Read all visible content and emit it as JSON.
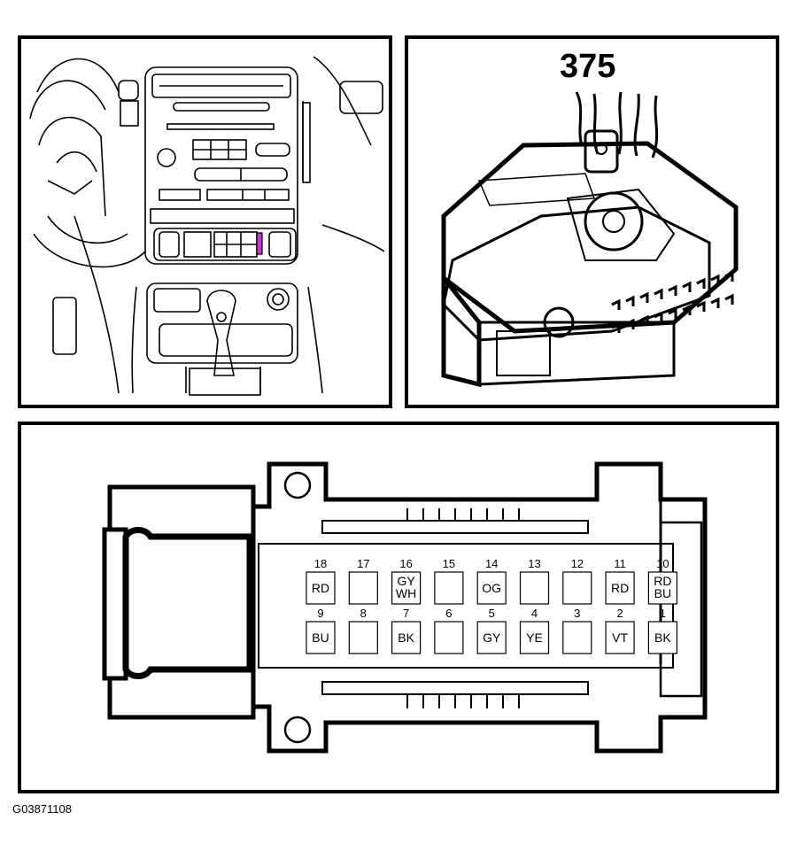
{
  "connector_label": "375",
  "figure_id": "G03871108",
  "pins": [
    {
      "num": "18",
      "color": [
        "RD"
      ]
    },
    {
      "num": "17",
      "color": []
    },
    {
      "num": "16",
      "color": [
        "GY",
        "WH"
      ]
    },
    {
      "num": "15",
      "color": []
    },
    {
      "num": "14",
      "color": [
        "OG"
      ]
    },
    {
      "num": "13",
      "color": []
    },
    {
      "num": "12",
      "color": []
    },
    {
      "num": "11",
      "color": [
        "RD"
      ]
    },
    {
      "num": "10",
      "color": [
        "RD",
        "BU"
      ]
    },
    {
      "num": "9",
      "color": [
        "BU"
      ]
    },
    {
      "num": "8",
      "color": []
    },
    {
      "num": "7",
      "color": [
        "BK"
      ]
    },
    {
      "num": "6",
      "color": []
    },
    {
      "num": "5",
      "color": [
        "GY"
      ]
    },
    {
      "num": "4",
      "color": [
        "YE"
      ]
    },
    {
      "num": "3",
      "color": []
    },
    {
      "num": "2",
      "color": [
        "VT"
      ]
    },
    {
      "num": "1",
      "color": [
        "BK"
      ]
    }
  ],
  "colors": {
    "line": "#000000",
    "background": "#ffffff",
    "highlight": "#cc33cc"
  }
}
